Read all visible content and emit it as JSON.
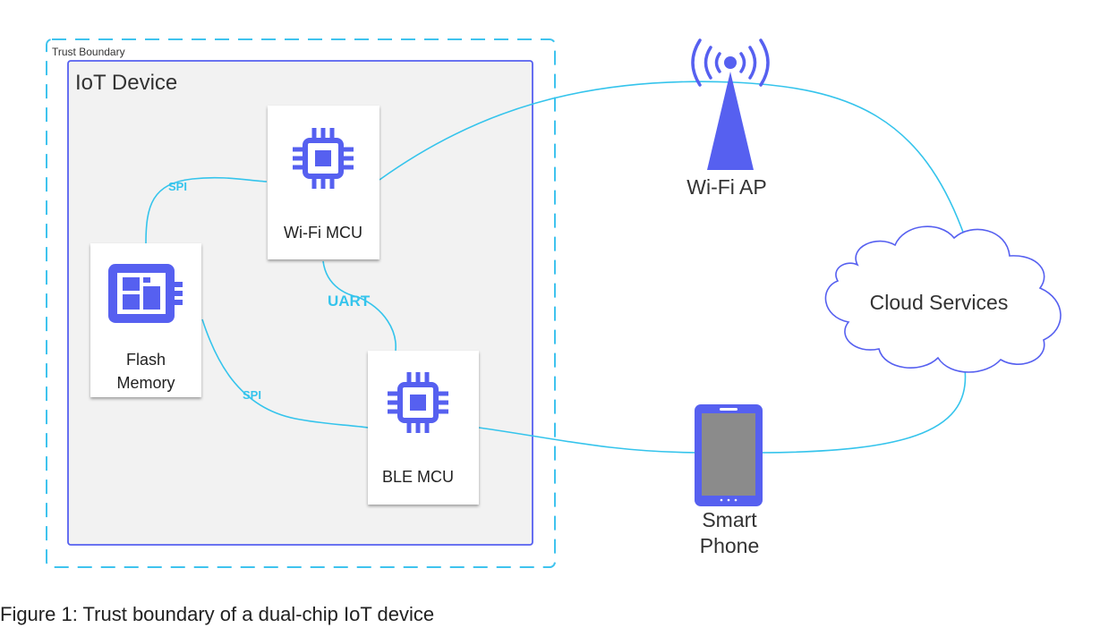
{
  "trust_boundary": {
    "label": "Trust Boundary"
  },
  "iot_device": {
    "label": "IoT Device"
  },
  "components": {
    "wifi_mcu": {
      "label": "Wi-Fi MCU",
      "icon": "chip-icon"
    },
    "ble_mcu": {
      "label": "BLE MCU",
      "icon": "chip-icon"
    },
    "flash_memory": {
      "label_line1": "Flash",
      "label_line2": "Memory",
      "icon": "memory-icon"
    }
  },
  "external": {
    "wifi_ap": {
      "label": "Wi-Fi AP",
      "icon": "antenna-icon"
    },
    "cloud": {
      "label": "Cloud Services",
      "icon": "cloud-icon"
    },
    "phone": {
      "label_line1": "Smart",
      "label_line2": "Phone",
      "icon": "smartphone-icon"
    }
  },
  "links": {
    "spi_flash_wifi": "SPI",
    "spi_flash_ble": "SPI",
    "uart_wifi_ble": "UART"
  },
  "caption": "Figure 1: Trust boundary of a dual-chip IoT device",
  "colors": {
    "accent": "#5660f0",
    "link": "#35c4ec",
    "boundary": "#3fc3ee",
    "device_fill": "#f2f2f2",
    "device_border": "#5660f0"
  }
}
